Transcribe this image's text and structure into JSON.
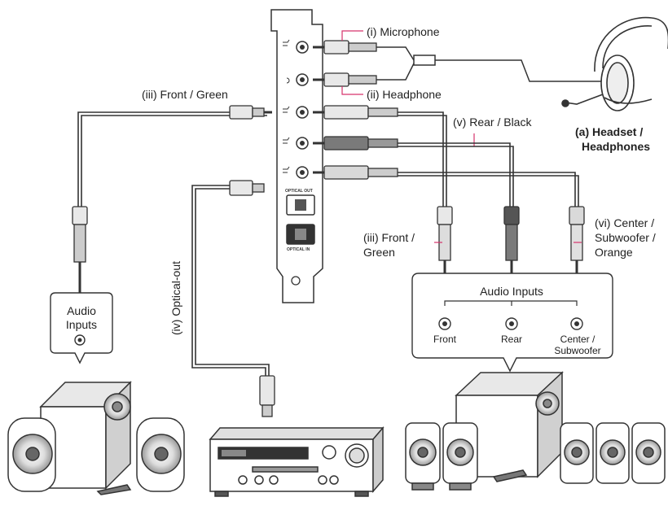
{
  "labels": {
    "microphone": "(i) Microphone",
    "headphone": "(ii) Headphone",
    "front_green_top": "(iii) Front / Green",
    "rear_black": "(v) Rear / Black",
    "headset_line1": "(a) Headset /",
    "headset_line2": "Headphones",
    "front_green_lower_line1": "(iii) Front /",
    "front_green_lower_line2": "Green",
    "center_sub_line1": "(vi) Center /",
    "center_sub_line2": "Subwoofer /",
    "center_sub_line3": "Orange",
    "optical_out": "(iv) Optical-out",
    "optical_out_port": "OPTICAL OUT",
    "optical_in_port": "OPTICAL IN",
    "audio_inputs_left_line1": "Audio",
    "audio_inputs_left_line2": "Inputs",
    "audio_inputs_right": "Audio Inputs",
    "jack_front": "Front",
    "jack_rear": "Rear",
    "jack_center_line1": "Center /",
    "jack_center_line2": "Subwoofer"
  },
  "colors": {
    "line": "#333333",
    "accent_pink": "#d6336c",
    "plug_green": "#c8c8c8",
    "plug_black": "#7a7a7a",
    "plug_orange": "#d9d9d9"
  }
}
